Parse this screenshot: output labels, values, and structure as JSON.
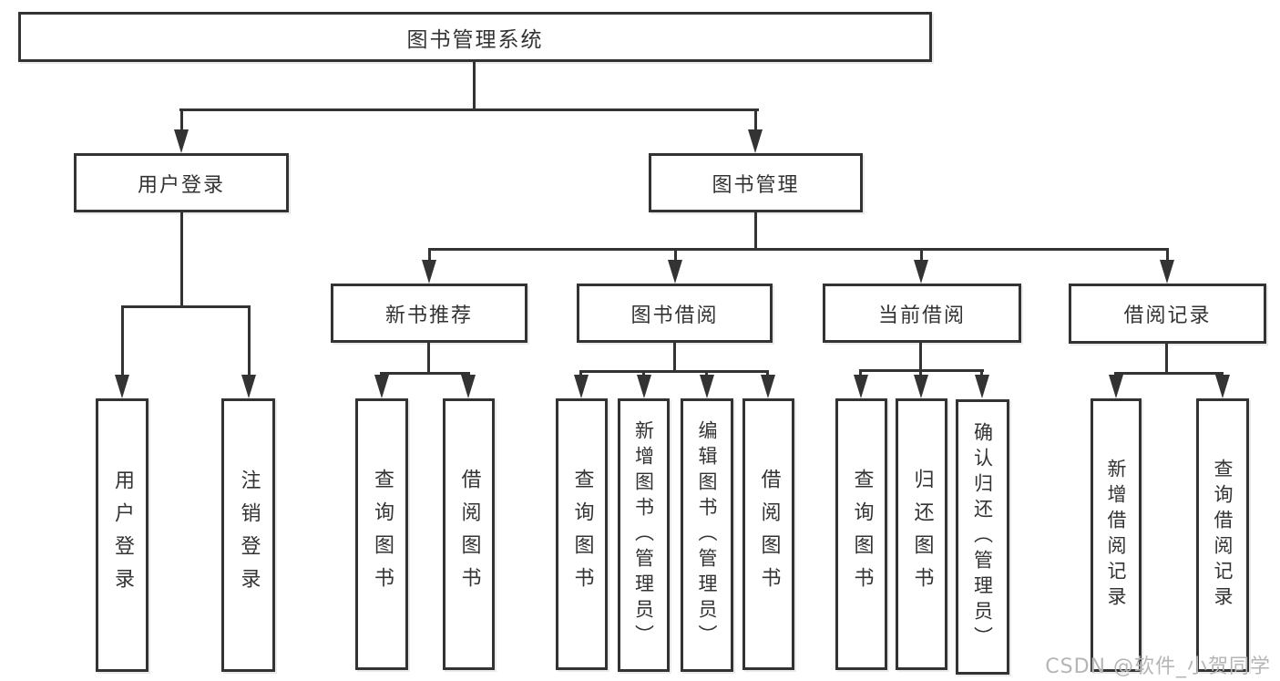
{
  "tree": {
    "label": "图书管理系统",
    "children": [
      {
        "label": "用户登录",
        "children": [
          {
            "label": "用户登录"
          },
          {
            "label": "注销登录"
          }
        ]
      },
      {
        "label": "图书管理",
        "children": [
          {
            "label": "新书推荐",
            "children": [
              {
                "label": "查询图书"
              },
              {
                "label": "借阅图书"
              }
            ]
          },
          {
            "label": "图书借阅",
            "children": [
              {
                "label": "查询图书"
              },
              {
                "label": "新增图书（管理员）"
              },
              {
                "label": "编辑图书（管理员）"
              },
              {
                "label": "借阅图书"
              }
            ]
          },
          {
            "label": "当前借阅",
            "children": [
              {
                "label": "查询图书"
              },
              {
                "label": "归还图书"
              },
              {
                "label": "确认归还（管理员）"
              }
            ]
          },
          {
            "label": "借阅记录",
            "children": [
              {
                "label": "新增借阅记录"
              },
              {
                "label": "查询借阅记录"
              }
            ]
          }
        ]
      }
    ]
  },
  "watermark": {
    "text": "CSDN @软件_小贺同学"
  },
  "colors": {
    "line": "#333333",
    "text": "#333333",
    "background": "#ffffff",
    "watermark": "#b5b5b5"
  }
}
